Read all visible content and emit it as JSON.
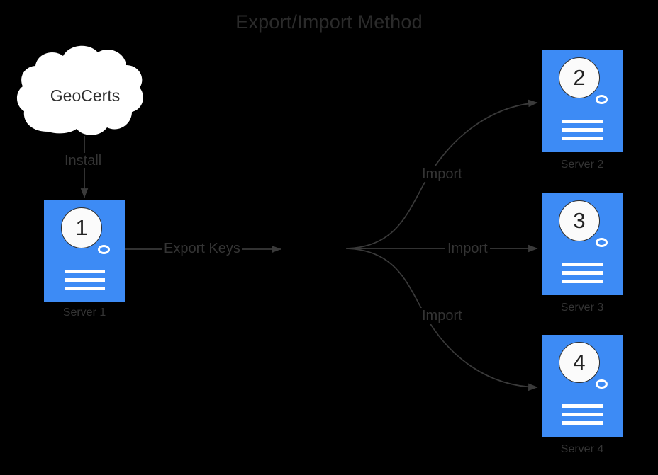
{
  "diagram": {
    "title": "Export/Import Method",
    "background_color": "#000000",
    "accent_color": "#3d8bf5",
    "text_color": "#343434",
    "node_fill": "#ffffff"
  },
  "source": {
    "id": "geocerts-cloud",
    "label": "GeoCerts",
    "shape": "cloud"
  },
  "servers": [
    {
      "id": "server-1",
      "number": "1",
      "caption": "Server 1"
    },
    {
      "id": "server-2",
      "number": "2",
      "caption": "Server 2"
    },
    {
      "id": "server-3",
      "number": "3",
      "caption": "Server 3"
    },
    {
      "id": "server-4",
      "number": "4",
      "caption": "Server 4"
    }
  ],
  "edges": {
    "install": "Install",
    "export_keys": "Export Keys",
    "import_top": "Import",
    "import_middle": "Import",
    "import_bottom": "Import"
  }
}
